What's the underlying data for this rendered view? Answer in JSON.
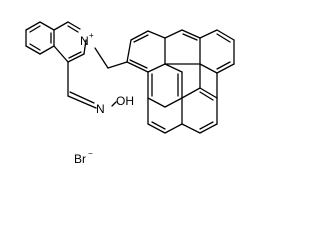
{
  "structure": {
    "atom_labels": {
      "ring_nitrogen": "N",
      "ring_nitrogen_charge": "+",
      "oxime_nitrogen": "N",
      "hydroxyl": "OH",
      "counter_ion": "Br",
      "counter_ion_charge": "−"
    },
    "colors": {
      "bond": "#000000",
      "label": "#000000",
      "background": "#ffffff"
    }
  }
}
